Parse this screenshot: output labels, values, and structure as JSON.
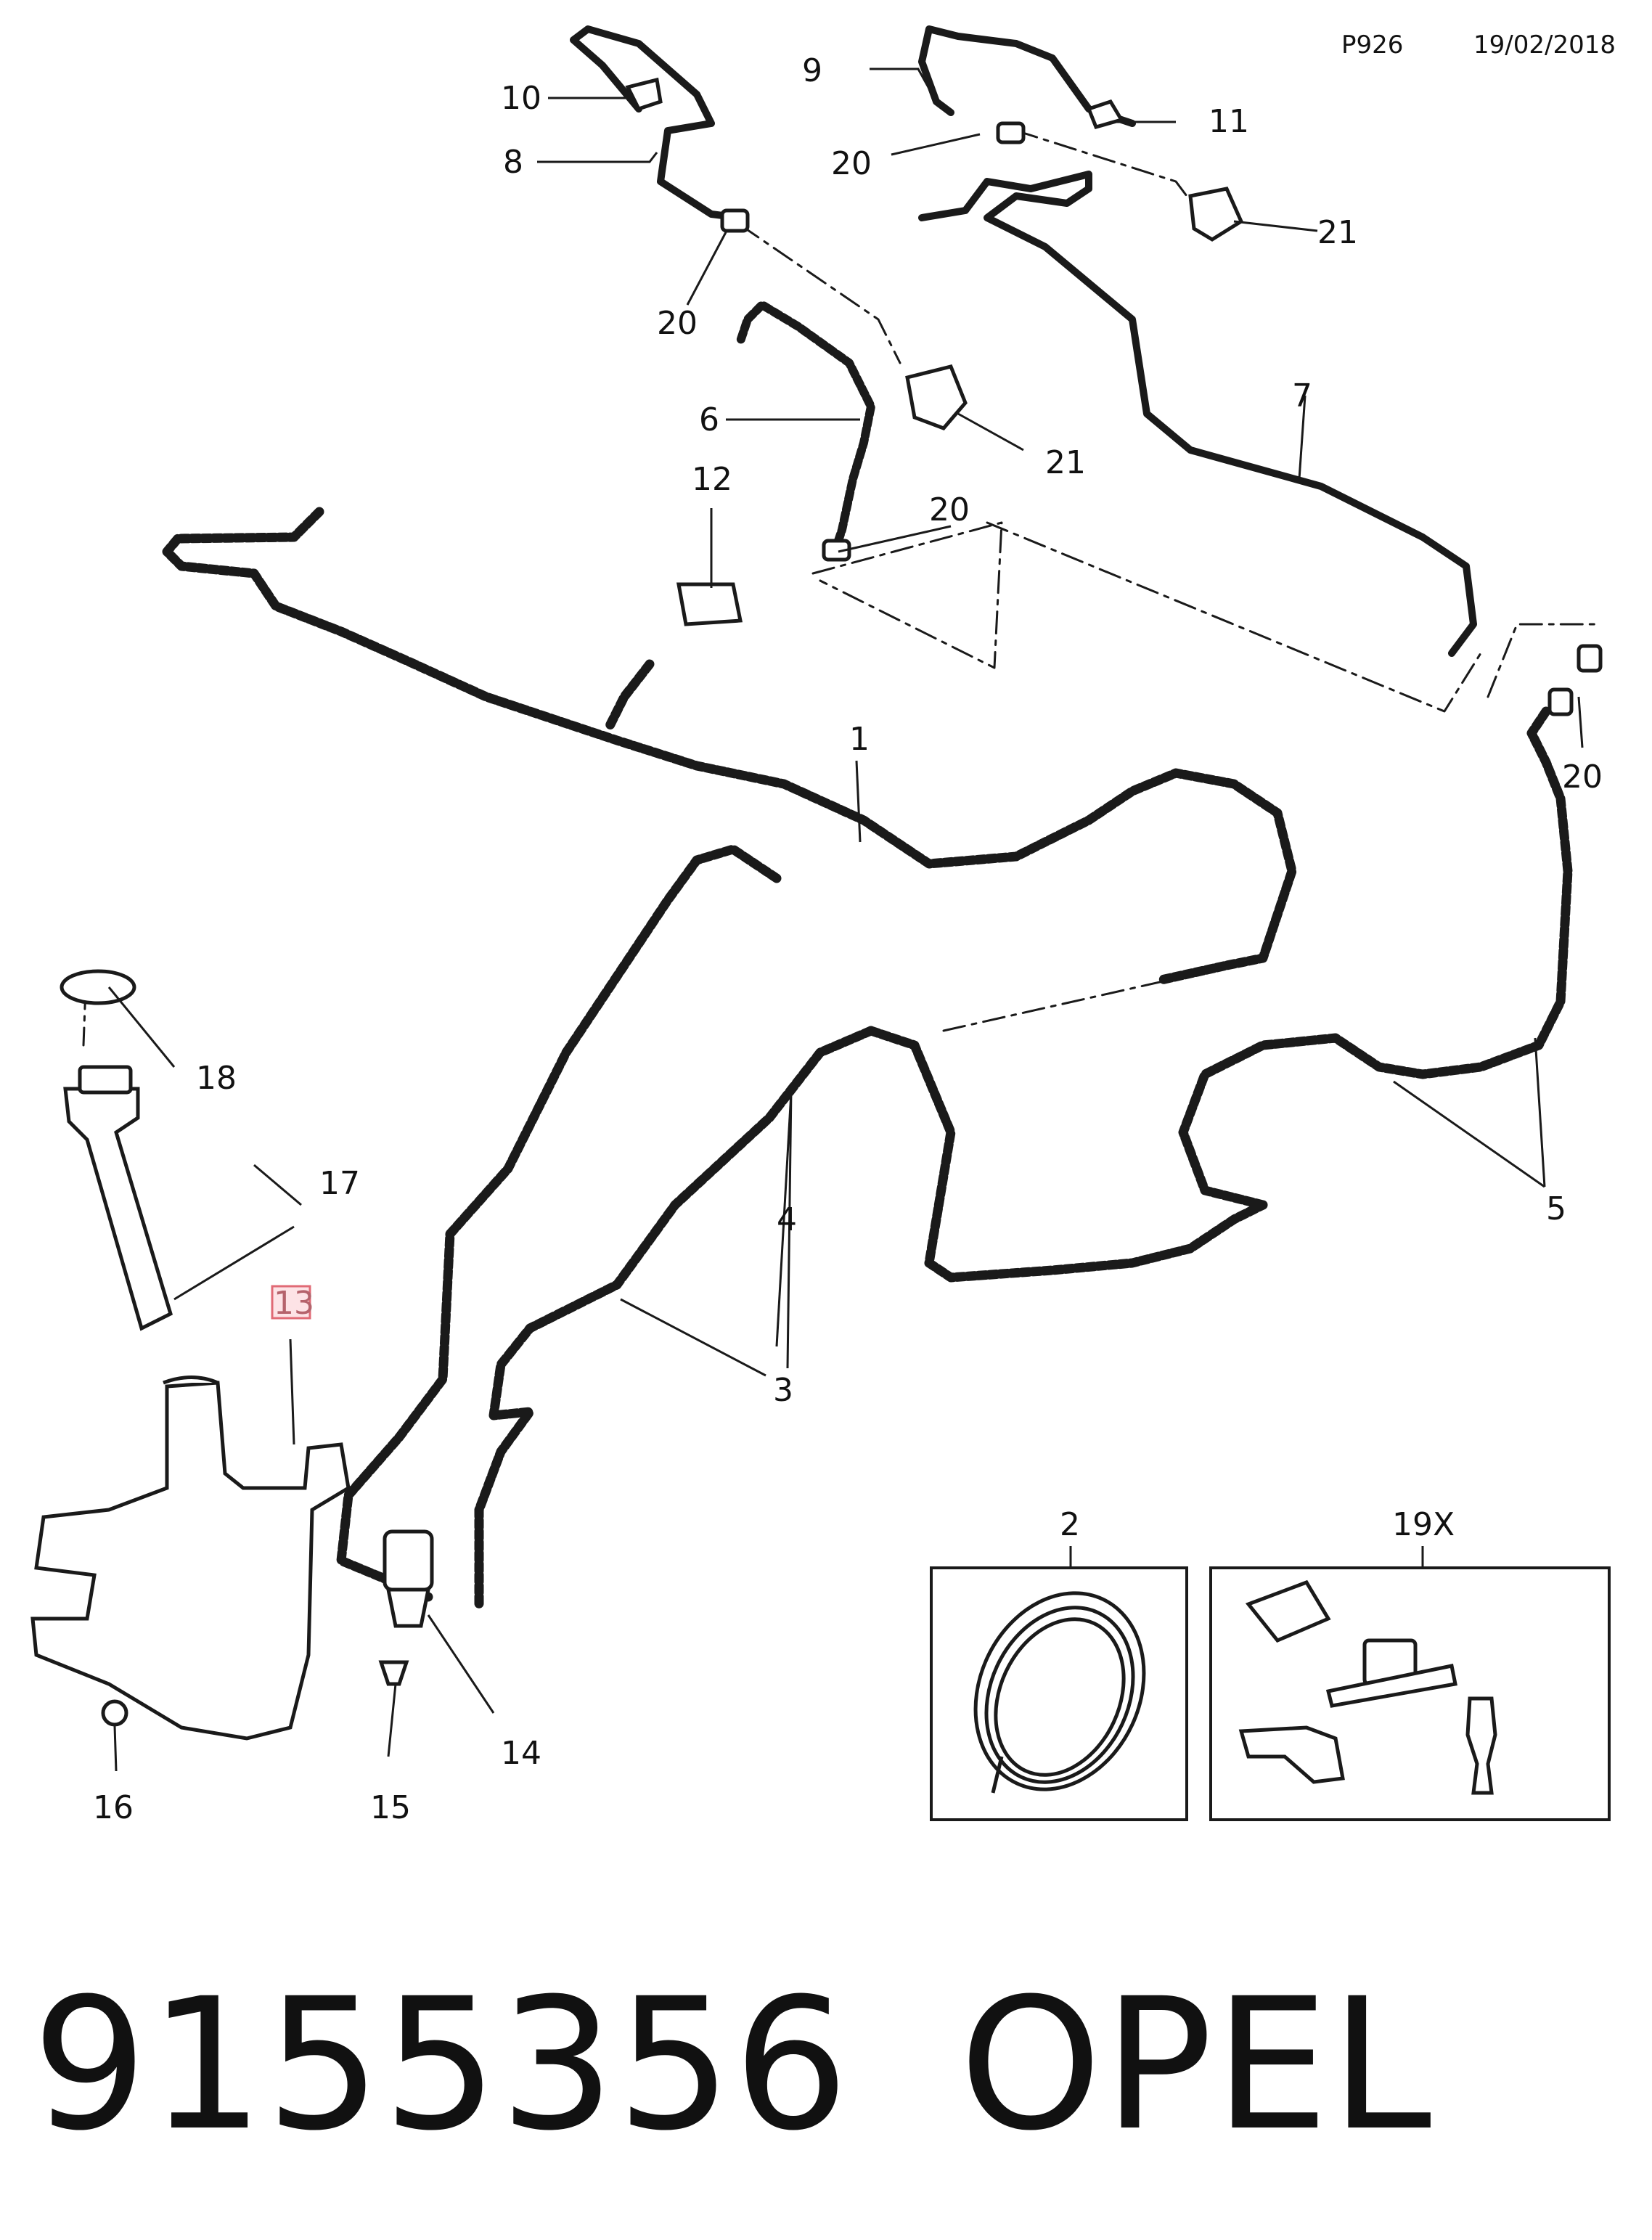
{
  "header": {
    "code": "P926",
    "date": "19/02/2018"
  },
  "footer": {
    "part_number": "9155356",
    "brand": "OPEL"
  },
  "highlighted_callout": "13",
  "callouts": {
    "c1": "1",
    "c2": "2",
    "c3": "3",
    "c4": "4",
    "c5": "5",
    "c6": "6",
    "c7": "7",
    "c8": "8",
    "c9": "9",
    "c10": "10",
    "c11": "11",
    "c12": "12",
    "c13": "13",
    "c14": "14",
    "c15": "15",
    "c16": "16",
    "c17": "17",
    "c18": "18",
    "c19x": "19X",
    "c20a": "20",
    "c20b": "20",
    "c20c": "20",
    "c20d": "20",
    "c21a": "21",
    "c21b": "21"
  },
  "colors": {
    "line": "#1a1a1a",
    "highlight_border": "#e06a75",
    "highlight_fill": "#fde3e6"
  }
}
